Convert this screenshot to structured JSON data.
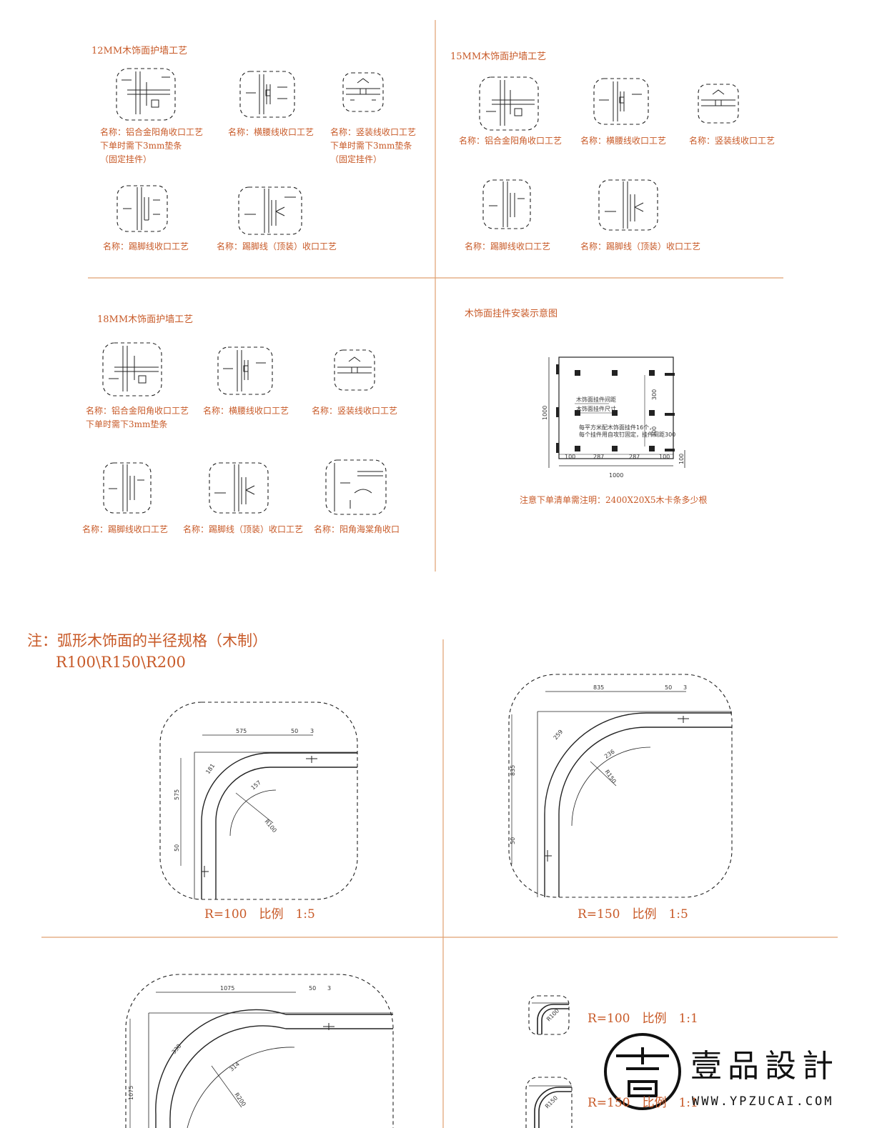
{
  "sections": {
    "s12": {
      "title": "12MM木饰面护墙工艺",
      "items": [
        {
          "lines": [
            "名称：铝合金阳角收口工艺",
            "下单时需下3mm垫条",
            "（固定挂件）"
          ]
        },
        {
          "lines": [
            "名称：横腰线收口工艺"
          ]
        },
        {
          "lines": [
            "名称：竖装线收口工艺",
            "下单时需下3mm垫条",
            "（固定挂件）"
          ]
        },
        {
          "lines": [
            "名称：踢脚线收口工艺"
          ]
        },
        {
          "lines": [
            "名称：踢脚线（顶装）收口工艺"
          ]
        }
      ]
    },
    "s15": {
      "title": "15MM木饰面护墙工艺",
      "items": [
        {
          "lines": [
            "名称：铝合金阳角收口工艺"
          ]
        },
        {
          "lines": [
            "名称：横腰线收口工艺"
          ]
        },
        {
          "lines": [
            "名称：竖装线收口工艺"
          ]
        },
        {
          "lines": [
            "名称：踢脚线收口工艺"
          ]
        },
        {
          "lines": [
            "名称：踢脚线（顶装）收口工艺"
          ]
        }
      ]
    },
    "s18": {
      "title": "18MM木饰面护墙工艺",
      "items": [
        {
          "lines": [
            "名称：铝合金阳角收口工艺",
            "下单时需下3mm垫条"
          ]
        },
        {
          "lines": [
            "名称：横腰线收口工艺"
          ]
        },
        {
          "lines": [
            "名称：竖装线收口工艺"
          ]
        },
        {
          "lines": [
            "名称：踢脚线收口工艺"
          ]
        },
        {
          "lines": [
            "名称：踢脚线（顶装）收口工艺"
          ]
        },
        {
          "lines": [
            "名称：阳角海棠角收口"
          ]
        }
      ]
    },
    "hanger": {
      "title": "木饰面挂件安装示意图",
      "note": "注意下单清单需注明：2400X20X5木卡条多少根",
      "dims": {
        "height": "1000",
        "width": "1000",
        "v1": "300",
        "v2": "300",
        "h1": "100",
        "h2": "287",
        "h3": "287",
        "h4": "100",
        "side": "100"
      },
      "callout1": "木饰面挂件间距",
      "callout2": "木饰面挂件尺寸",
      "desc1": "每平方米配木饰面挂件16个，",
      "desc2": "每个挂件用自攻钉固定，挂件间距300"
    }
  },
  "arc": {
    "note": "注：弧形木饰面的半径规格（木制）",
    "radii": "R100\\R150\\R200",
    "r100": {
      "caption": "R=100　比例　1:5",
      "d1": "575",
      "d2": "50",
      "d3": "3",
      "dv": "575",
      "dv2": "50",
      "a1": "181",
      "a2": "157",
      "r": "R100"
    },
    "r150": {
      "caption": "R=150　比例　1:5",
      "d1": "835",
      "d2": "50",
      "d3": "3",
      "dv": "835",
      "dv2": "50",
      "a1": "259",
      "a2": "236",
      "r": "R150"
    },
    "r200": {
      "d1": "1075",
      "d2": "50",
      "d3": "3",
      "dv": "1075",
      "a1": "338",
      "a2": "314",
      "r": "R200"
    },
    "small1": {
      "caption": "R=100　比例　1:1",
      "r": "R100"
    },
    "small2": {
      "caption": "R=150　比例　1:1",
      "r": "R150"
    }
  },
  "logo": {
    "name": "壹品設計",
    "url": "WWW.YPZUCAI.COM",
    "glyph": "壹",
    "icon": "circle-logo-icon"
  }
}
